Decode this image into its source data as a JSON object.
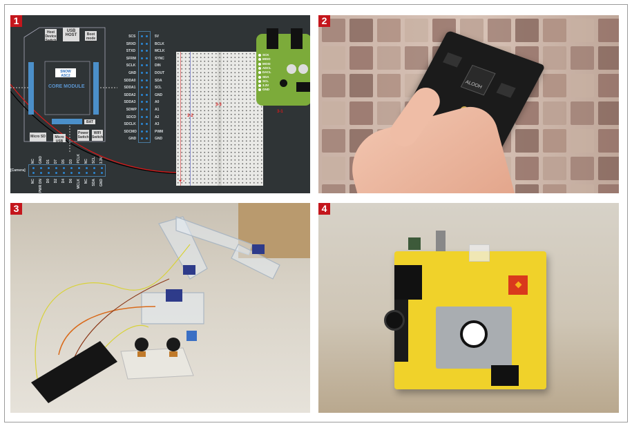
{
  "panels": [
    {
      "number": "1"
    },
    {
      "number": "2"
    },
    {
      "number": "3"
    },
    {
      "number": "4"
    }
  ],
  "diagram": {
    "host_device_switch": "Host Device Switch",
    "usb_host": "USB HOST",
    "boot_mode_switch": "Boot mode Switch",
    "chip_label": "SNOW ASC2",
    "core_module": "CORE MODULE",
    "bat": "BAT",
    "micro_sd": "Micro SD",
    "micro_usb": "Micro USB",
    "power_switch": "Power Switch",
    "wifi_switch": "WIFI Switch",
    "camera": "[Camera]",
    "header_left": [
      "SCS",
      "SRXD",
      "STXD",
      "SFRM",
      "SCLK",
      "GND",
      "SDDA0",
      "SDDA1",
      "SDDA2",
      "SDDA3",
      "SDWP",
      "SDCD",
      "SDCLK",
      "SDCMD",
      "GND"
    ],
    "header_right": [
      "5V",
      "BCLK",
      "MCLK",
      "SYNC",
      "DIN",
      "DOUT",
      "SDA",
      "SCL",
      "GND",
      "A0",
      "A1",
      "A2",
      "A3",
      "PWM",
      "GND"
    ],
    "camera_top": [
      "NC",
      "GND",
      "D1",
      "D7",
      "D5",
      "D3",
      "PCLK",
      "NC",
      "SCL",
      "3.3V"
    ],
    "camera_bottom": [
      "NC",
      "PWR DN",
      "D0",
      "D2",
      "D4",
      "D6",
      "MCLK",
      "NC",
      "SDA",
      "GND"
    ],
    "module_pins": [
      "SCK",
      "MISO",
      "MOSI",
      "ADCL",
      "DACL",
      "SDA",
      "SCL",
      "3.3V",
      "GND"
    ],
    "callouts": {
      "c31": "3-1",
      "c32": "3-2",
      "c33": "3-3"
    },
    "plus_minus": "+ -"
  },
  "photo2": {
    "chip_text": "ALOOH"
  }
}
